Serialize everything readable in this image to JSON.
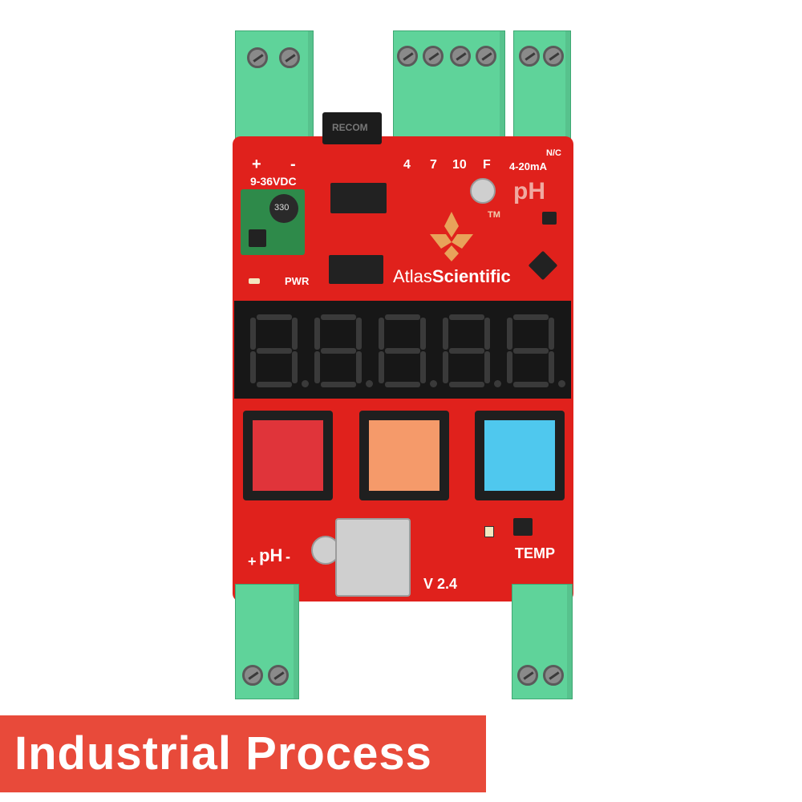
{
  "product": {
    "brand_light": "Atlas",
    "brand_bold": "Scientific",
    "trademark": "TM",
    "measure_label": "pH",
    "version": "V 2.4"
  },
  "power": {
    "plus": "+",
    "minus": "-",
    "voltage": "9-36VDC",
    "pwr_label": "PWR",
    "regulator_text": "330",
    "regulator_brand": "RECOM"
  },
  "terminals": {
    "pins": [
      "4",
      "7",
      "10",
      "F"
    ],
    "current_loop": "4-20mA",
    "nc": "N/C"
  },
  "probe": {
    "plus": "+",
    "label": "pH",
    "minus": "-",
    "temp_label": "TEMP"
  },
  "display": {
    "digits": 5
  },
  "buttons": [
    {
      "name": "red",
      "color": "#e0343a"
    },
    {
      "name": "orange",
      "color": "#f59a6a"
    },
    {
      "name": "blue",
      "color": "#4fc8ee"
    }
  ],
  "banner": {
    "text": "Industrial Process",
    "color": "#e84a3a"
  }
}
